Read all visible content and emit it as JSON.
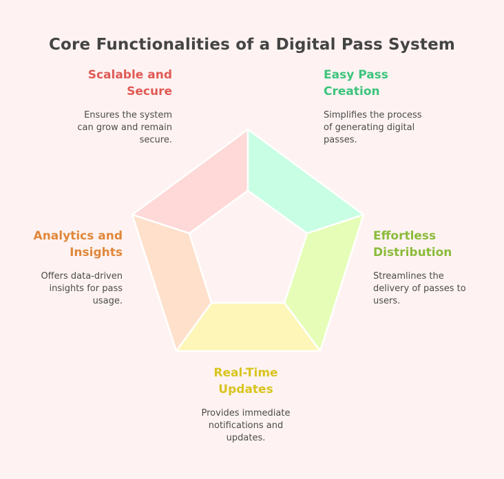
{
  "title": "Core Functionalities of a Digital Pass System",
  "colors": {
    "background": "#fef3f2",
    "title": "#444444",
    "text": "#4a4a4a"
  },
  "segments": [
    {
      "id": "scalable",
      "heading": "Scalable and Secure",
      "heading_lines": [
        "Scalable and",
        "Secure"
      ],
      "description": "Ensures the system can grow and remain secure.",
      "desc_lines": [
        "Ensures the system",
        "can grow and remain",
        "secure."
      ],
      "heading_color": "#e05a55",
      "fill": "#fed9d7"
    },
    {
      "id": "easy-pass",
      "heading": "Easy Pass Creation",
      "heading_lines": [
        "Easy Pass",
        "Creation"
      ],
      "description": "Simplifies the process of generating digital passes.",
      "desc_lines": [
        "Simplifies the process",
        "of generating digital",
        "passes."
      ],
      "heading_color": "#3cc47c",
      "fill": "#c8fee3"
    },
    {
      "id": "effortless",
      "heading": "Effortless Distribution",
      "heading_lines": [
        "Effortless",
        "Distribution"
      ],
      "description": "Streamlines the delivery of passes to users.",
      "desc_lines": [
        "Streamlines the",
        "delivery of passes to",
        "users."
      ],
      "heading_color": "#8bbb3a",
      "fill": "#e6fdb8"
    },
    {
      "id": "realtime",
      "heading": "Real-Time Updates",
      "heading_lines": [
        "Real-Time",
        "Updates"
      ],
      "description": "Provides immediate notifications and updates.",
      "desc_lines": [
        "Provides immediate",
        "notifications and",
        "updates."
      ],
      "heading_color": "#d9c41e",
      "fill": "#fef6b8"
    },
    {
      "id": "analytics",
      "heading": "Analytics and Insights",
      "heading_lines": [
        "Analytics and",
        "Insights"
      ],
      "description": "Offers data-driven insights for pass usage.",
      "desc_lines": [
        "Offers data-driven",
        "insights for pass",
        "usage."
      ],
      "heading_color": "#e0873a",
      "fill": "#fee0cb"
    }
  ]
}
